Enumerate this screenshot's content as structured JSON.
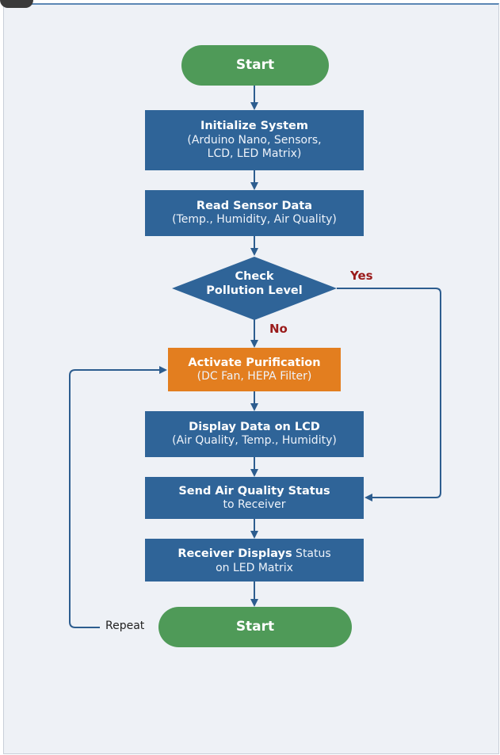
{
  "flowchart": {
    "start_top": "Start",
    "init": {
      "title": "Initialize System",
      "lines": [
        "(Arduino Nano, Sensors,",
        "LCD, LED Matrix)"
      ]
    },
    "read": {
      "title": "Read Sensor Data",
      "lines": [
        "(Temp., Humidity, Air Quality)"
      ]
    },
    "decision": {
      "lines": [
        "Check",
        "Pollution Level"
      ]
    },
    "yes_label": "Yes",
    "no_label": "No",
    "purify": {
      "title": "Activate Purification",
      "lines": [
        "(DC Fan, HEPA Filter)"
      ]
    },
    "display": {
      "title": "Display Data on LCD",
      "lines": [
        "(Air Quality, Temp., Humidity)"
      ]
    },
    "send": {
      "title": "Send Air Quality Status",
      "lines": [
        "to Receiver"
      ]
    },
    "receiver": {
      "title_bold": "Receiver Displays",
      "title_rest": " Status",
      "lines": [
        "on LED Matrix"
      ]
    },
    "start_bottom": "Start",
    "repeat_label": "Repeat"
  },
  "colors": {
    "process_box": "#2f6498",
    "terminal": "#4f9a58",
    "highlight_box": "#e37e1f",
    "connector": "#2d5d8f",
    "edge_label": "#9a1b1b",
    "background": "#eef1f6"
  }
}
